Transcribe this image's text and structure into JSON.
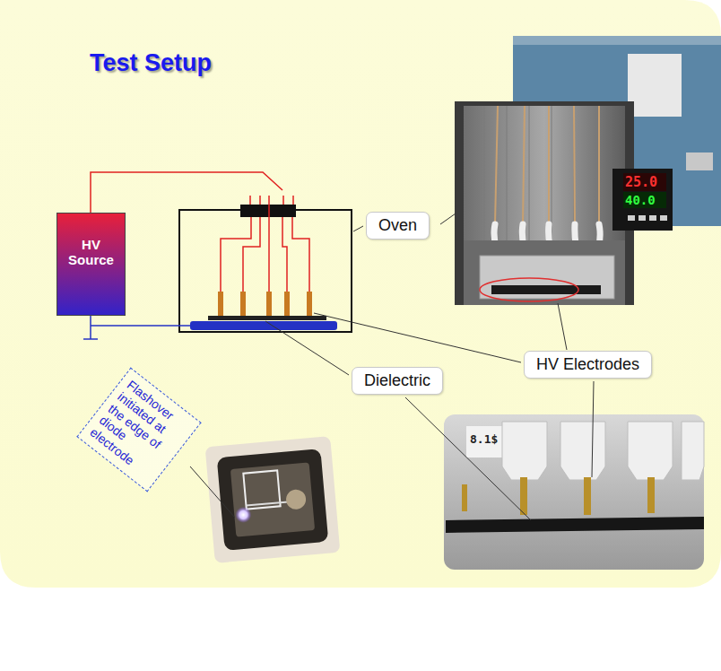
{
  "diagram": {
    "title": "Test Setup",
    "nodes": [
      {
        "text": [
          "HV Source"
        ]
      },
      {
        "text": [
          "Oven"
        ]
      },
      {
        "text": [
          "Flashover initiated at the edge of diode electrode"
        ]
      },
      {
        "text": [
          "Dielectric"
        ]
      },
      {
        "text": [
          "HV Electrodes"
        ]
      }
    ],
    "labels": [
      "25.0",
      "40.0",
      "8.1$"
    ]
  }
}
